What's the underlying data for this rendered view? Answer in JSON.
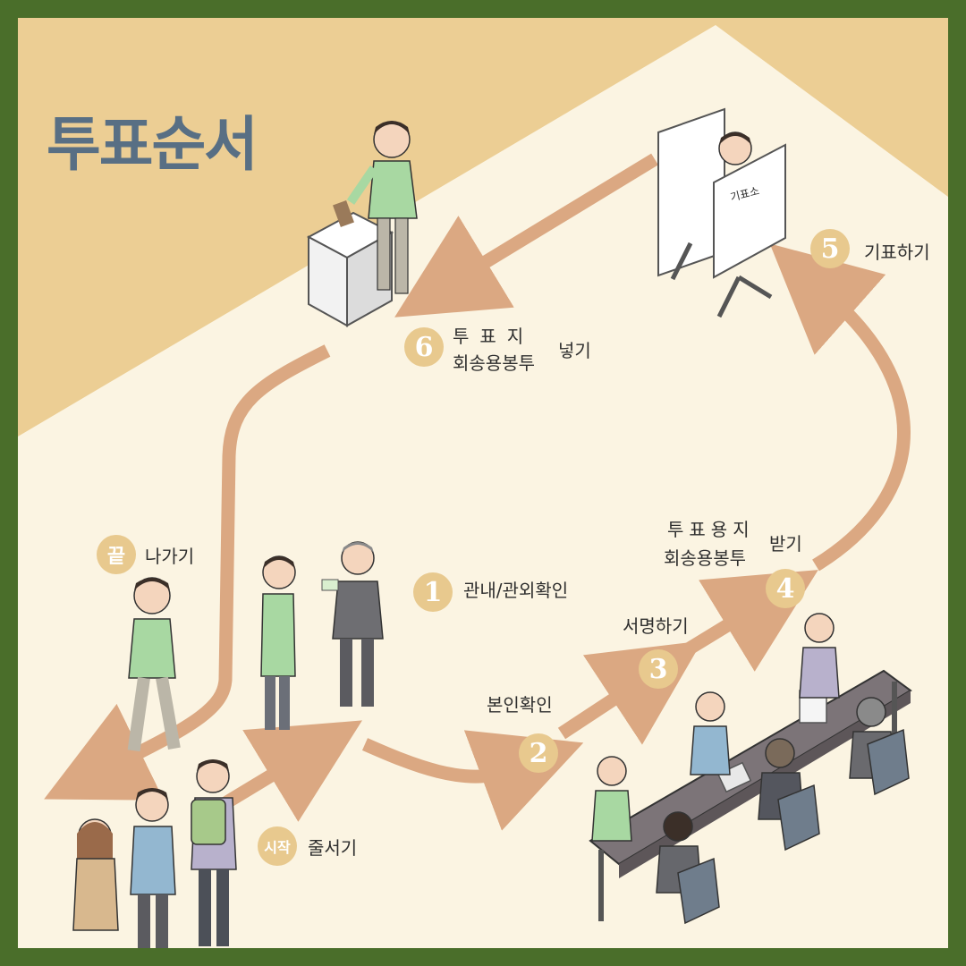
{
  "title": "투표순서",
  "booth_sign": "기표소",
  "steps": {
    "start": {
      "tag": "시작",
      "label": "줄서기"
    },
    "s1": {
      "num": "1",
      "label": "관내/관외확인"
    },
    "s2": {
      "num": "2",
      "label": "본인확인"
    },
    "s3": {
      "num": "3",
      "label": "서명하기"
    },
    "s4": {
      "num": "4",
      "line1": "투표용지",
      "line2": "회송용봉투",
      "suffix": "받기"
    },
    "s5": {
      "num": "5",
      "label": "기표하기"
    },
    "s6": {
      "num": "6",
      "line1": "투표지",
      "line2": "회송용봉투",
      "suffix": "넣기"
    },
    "end": {
      "tag": "끝",
      "label": "나가기"
    }
  },
  "colors": {
    "frame": "#4a6e2a",
    "floor": "#fbf4e2",
    "wall": "#ecce94",
    "arrow": "#dba882",
    "badge": "#e8c98e",
    "title": "#586f84"
  }
}
